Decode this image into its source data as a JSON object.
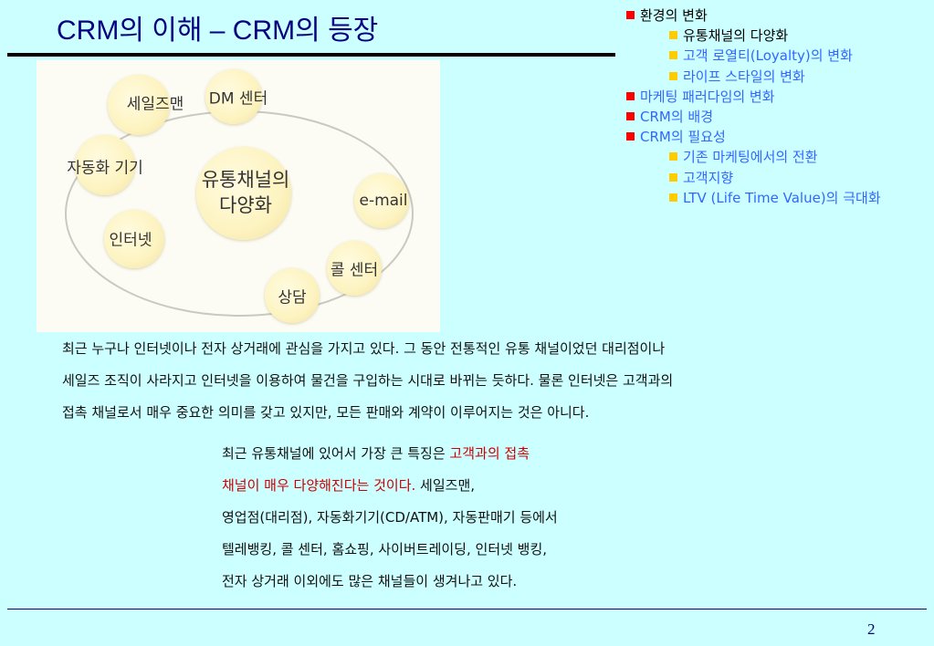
{
  "title": "CRM의 이해 – CRM의 등장",
  "outline": [
    {
      "label": "환경의 변화",
      "level": 1,
      "state": "active"
    },
    {
      "label": "유통채널의 다양화",
      "level": 2,
      "state": "active"
    },
    {
      "label": "고객 로열티(Loyalty)의 변화",
      "level": 2,
      "state": "dim"
    },
    {
      "label": "라이프 스타일의 변화",
      "level": 2,
      "state": "dim"
    },
    {
      "label": "마케팅 패러다임의 변화",
      "level": 1,
      "state": "dim"
    },
    {
      "label": "CRM의 배경",
      "level": 1,
      "state": "dim"
    },
    {
      "label": "CRM의 필요성",
      "level": 1,
      "state": "dim"
    },
    {
      "label": "기존 마케팅에서의 전환",
      "level": 2,
      "state": "dim"
    },
    {
      "label": "고객지향",
      "level": 2,
      "state": "dim"
    },
    {
      "label": "LTV (Life Time Value)의 극대화",
      "level": 2,
      "state": "dim"
    }
  ],
  "diagram": {
    "center_line1": "유통채널의",
    "center_line2": "다양화",
    "nodes": [
      "세일즈맨",
      "DM 센터",
      "자동화 기기",
      "e-mail",
      "인터넷",
      "콜 센터",
      "상담"
    ]
  },
  "paragraph1": [
    "최근 누구나 인터넷이나 전자 상거래에 관심을 가지고 있다. 그 동안 전통적인 유통 채널이었던 대리점이나",
    "세일즈 조직이 사라지고 인터넷을 이용하여 물건을 구입하는 시대로 바뀌는 듯하다. 물론 인터넷은 고객과의",
    "접촉 채널로서 매우 중요한 의미를 갖고 있지만, 모든 판매와 계약이 이루어지는 것은 아니다."
  ],
  "paragraph2": {
    "line1_plain": "최근 유통채널에 있어서 가장 큰 특징은 ",
    "line1_red": "고객과의 접촉",
    "line2_red": "채널이 매우 다양해진다는 것이다.",
    "line2_plain": " 세일즈맨,",
    "line3": "영업점(대리점), 자동화기기(CD/ATM), 자동판매기 등에서",
    "line4": "텔레뱅킹, 콜 센터, 홈쇼핑, 사이버트레이딩, 인터넷 뱅킹,",
    "line5": "전자 상거래 이외에도 많은 채널들이 생겨나고 있다."
  },
  "page_number": "2"
}
